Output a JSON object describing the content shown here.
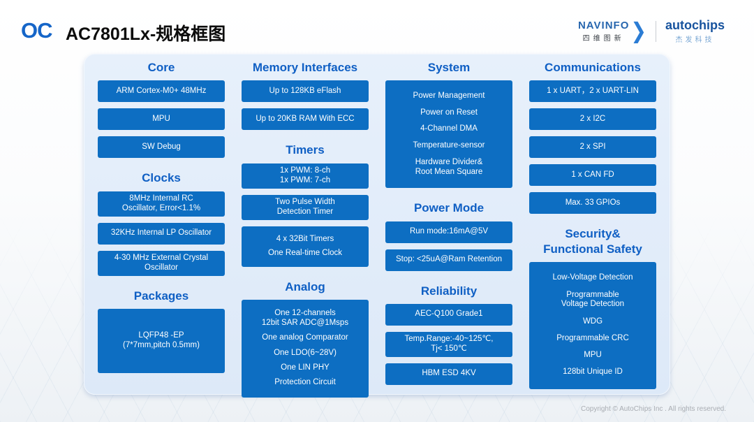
{
  "header": {
    "logo_text": "OC",
    "title": "AC7801Lx-规格框图",
    "navinfo": {
      "name": "NAVINFO",
      "cn": "四维图新",
      "chevron_icon": "chevron-right"
    },
    "autochips": {
      "name": "autochips",
      "cn": "杰发科技"
    }
  },
  "footer": {
    "copyright": "Copyright © AutoChips Inc . All rights reserved."
  },
  "colors": {
    "box_blue": "#0d6ec2",
    "heading_blue": "#0f5fc4",
    "panel_bg": "#e2ecf9",
    "logo_blue": "#1565c8",
    "navinfo_blue": "#2766ae",
    "autochips_blue": "#17539e",
    "autochips_cn_blue": "#7aa7d4",
    "footer_gray": "#a9adb3"
  },
  "diagram": {
    "columns": [
      {
        "sections": [
          {
            "title": "Core",
            "boxes": [
              {
                "items": [
                  [
                    "ARM Cortex-M0+ 48MHz"
                  ]
                ]
              },
              {
                "items": [
                  [
                    "MPU"
                  ]
                ]
              },
              {
                "items": [
                  [
                    "SW Debug"
                  ]
                ]
              }
            ]
          },
          {
            "title": "Clocks",
            "boxes": [
              {
                "items": [
                  [
                    "8MHz Internal RC",
                    "Oscillator, Error<1.1%"
                  ]
                ]
              },
              {
                "items": [
                  [
                    "32KHz Internal LP Oscillator"
                  ]
                ]
              },
              {
                "items": [
                  [
                    "4-30 MHz External Crystal",
                    "Oscillator"
                  ]
                ]
              }
            ]
          },
          {
            "title": "Packages",
            "boxes": [
              {
                "items": [
                  [
                    "LQFP48 -EP",
                    "(7*7mm,pitch 0.5mm)"
                  ]
                ]
              }
            ]
          }
        ]
      },
      {
        "sections": [
          {
            "title": "Memory Interfaces",
            "boxes": [
              {
                "items": [
                  [
                    "Up to 128KB eFlash"
                  ]
                ]
              },
              {
                "items": [
                  [
                    "Up to 20KB RAM With ECC"
                  ]
                ]
              }
            ]
          },
          {
            "title": "Timers",
            "boxes": [
              {
                "items": [
                  [
                    "1x PWM: 8-ch",
                    "1x PWM: 7-ch"
                  ]
                ]
              },
              {
                "items": [
                  [
                    "Two Pulse Width",
                    "Detection Timer"
                  ]
                ]
              },
              {
                "items": [
                  [
                    "4 x 32Bit Timers"
                  ],
                  [
                    "One Real-time Clock"
                  ]
                ]
              }
            ]
          },
          {
            "title": "Analog",
            "boxes": [
              {
                "items": [
                  [
                    "One 12-channels",
                    "12bit SAR ADC@1Msps"
                  ],
                  [
                    "One analog Comparator"
                  ],
                  [
                    "One LDO(6~28V)"
                  ],
                  [
                    "One LIN PHY"
                  ],
                  [
                    "Protection Circuit"
                  ]
                ]
              }
            ]
          }
        ]
      },
      {
        "sections": [
          {
            "title": "System",
            "boxes": [
              {
                "items": [
                  [
                    "Power Management"
                  ],
                  [
                    "Power on Reset"
                  ],
                  [
                    "4-Channel DMA"
                  ],
                  [
                    "Temperature-sensor"
                  ],
                  [
                    "Hardware Divider&",
                    "Root Mean Square"
                  ]
                ]
              }
            ]
          },
          {
            "title": "Power Mode",
            "boxes": [
              {
                "items": [
                  [
                    "Run mode:16mA@5V"
                  ]
                ]
              },
              {
                "items": [
                  [
                    "Stop: <25uA@Ram Retention"
                  ]
                ]
              }
            ]
          },
          {
            "title": "Reliability",
            "boxes": [
              {
                "items": [
                  [
                    "AEC-Q100 Grade1"
                  ]
                ]
              },
              {
                "items": [
                  [
                    "Temp.Range:-40~125℃,",
                    "Tj< 150℃"
                  ]
                ]
              },
              {
                "items": [
                  [
                    "HBM ESD  4KV"
                  ]
                ]
              }
            ]
          }
        ]
      },
      {
        "sections": [
          {
            "title": "Communications",
            "boxes": [
              {
                "items": [
                  [
                    "1 x UART，2 x UART-LIN"
                  ]
                ]
              },
              {
                "items": [
                  [
                    "2 x I2C"
                  ]
                ]
              },
              {
                "items": [
                  [
                    "2 x SPI"
                  ]
                ]
              },
              {
                "items": [
                  [
                    "1 x CAN FD"
                  ]
                ]
              },
              {
                "items": [
                  [
                    "Max. 33 GPIOs"
                  ]
                ]
              }
            ]
          },
          {
            "title": "Security&\nFunctional Safety",
            "boxes": [
              {
                "items": [
                  [
                    "Low-Voltage Detection"
                  ],
                  [
                    "Programmable",
                    "Voltage Detection"
                  ],
                  [
                    "WDG"
                  ],
                  [
                    "Programmable CRC"
                  ],
                  [
                    "MPU"
                  ],
                  [
                    "128bit Unique ID"
                  ]
                ]
              }
            ]
          }
        ]
      }
    ]
  }
}
